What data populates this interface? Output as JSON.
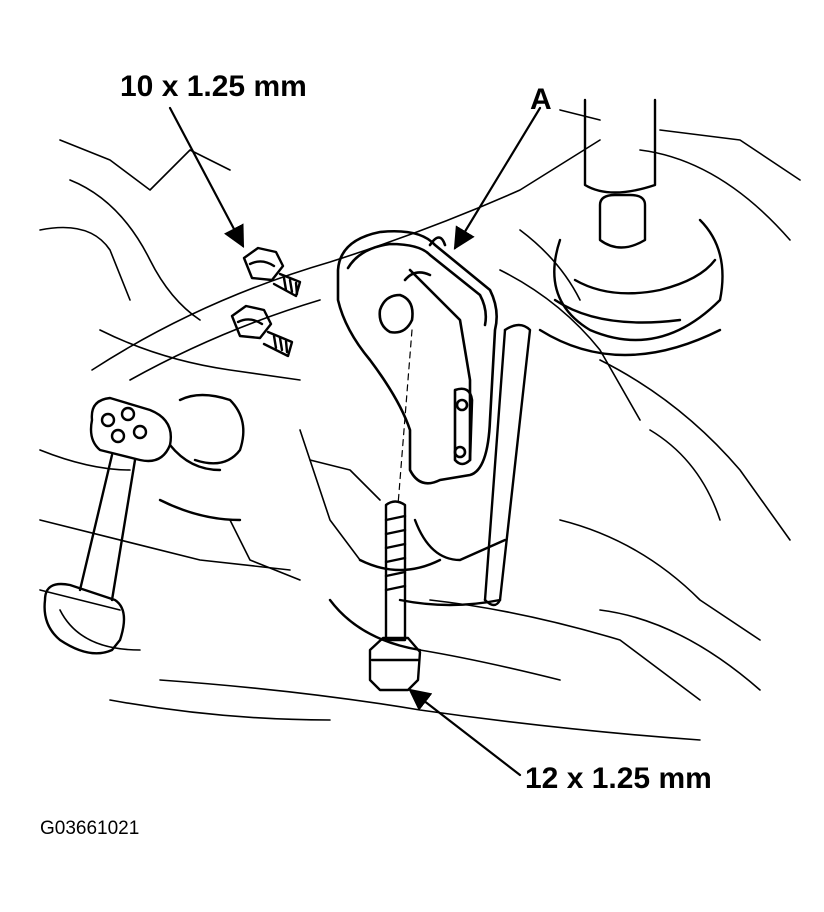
{
  "callouts": {
    "upper_bolt_spec": "10 x 1.25 mm",
    "bracket_label": "A",
    "lower_bolt_spec": "12 x 1.25 mm"
  },
  "figure_id": "G03661021",
  "colors": {
    "ink": "#000000",
    "paper": "#ffffff"
  }
}
